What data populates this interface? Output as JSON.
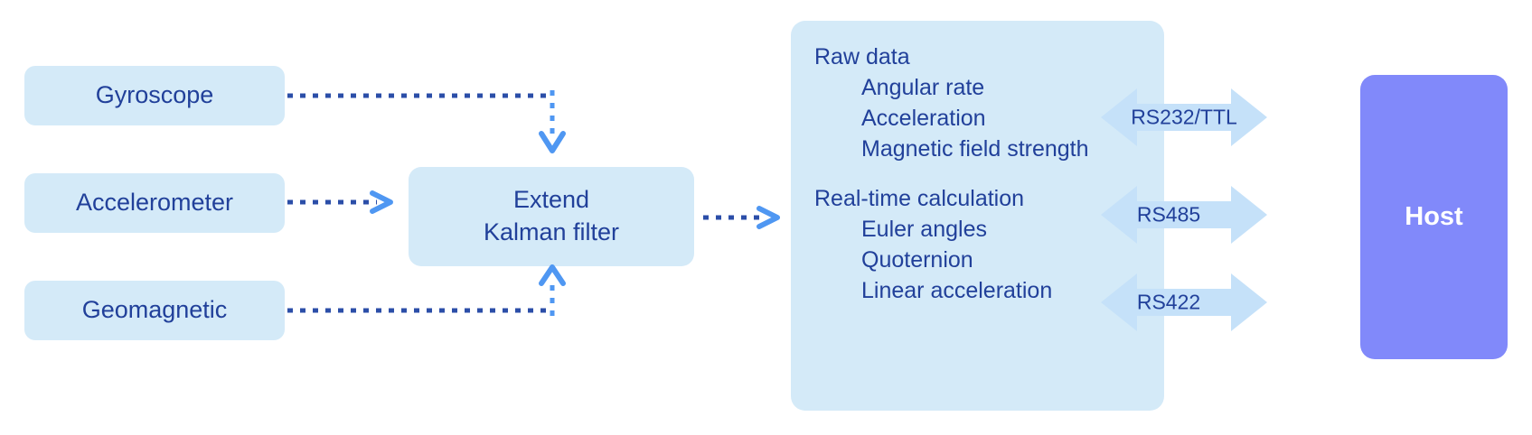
{
  "diagram": {
    "title_present": false,
    "colors": {
      "box_fill": "#d4eaf8",
      "box_text": "#21409a",
      "host_fill": "#8189fa",
      "host_text": "#ffffff",
      "connector_dark": "#2b4ea8",
      "connector_light": "#4f97f2",
      "arrow_fill": "#c5e1f9"
    }
  },
  "sensors": [
    {
      "id": "gyroscope",
      "label": "Gyroscope"
    },
    {
      "id": "accelerometer",
      "label": "Accelerometer"
    },
    {
      "id": "geomagnetic",
      "label": "Geomagnetic"
    }
  ],
  "processor": {
    "line1": "Extend",
    "line2": "Kalman filter"
  },
  "output_panel": {
    "groups": [
      {
        "title": "Raw data",
        "items": [
          "Angular rate",
          "Acceleration",
          "Magnetic field strength"
        ]
      },
      {
        "title": "Real-time calculation",
        "items": [
          "Euler angles",
          "Quoternion",
          "Linear acceleration"
        ]
      }
    ]
  },
  "interfaces": [
    {
      "id": "rs232ttl",
      "label": "RS232/TTL"
    },
    {
      "id": "rs485",
      "label": "RS485"
    },
    {
      "id": "rs422",
      "label": "RS422"
    }
  ],
  "host": {
    "label": "Host"
  }
}
